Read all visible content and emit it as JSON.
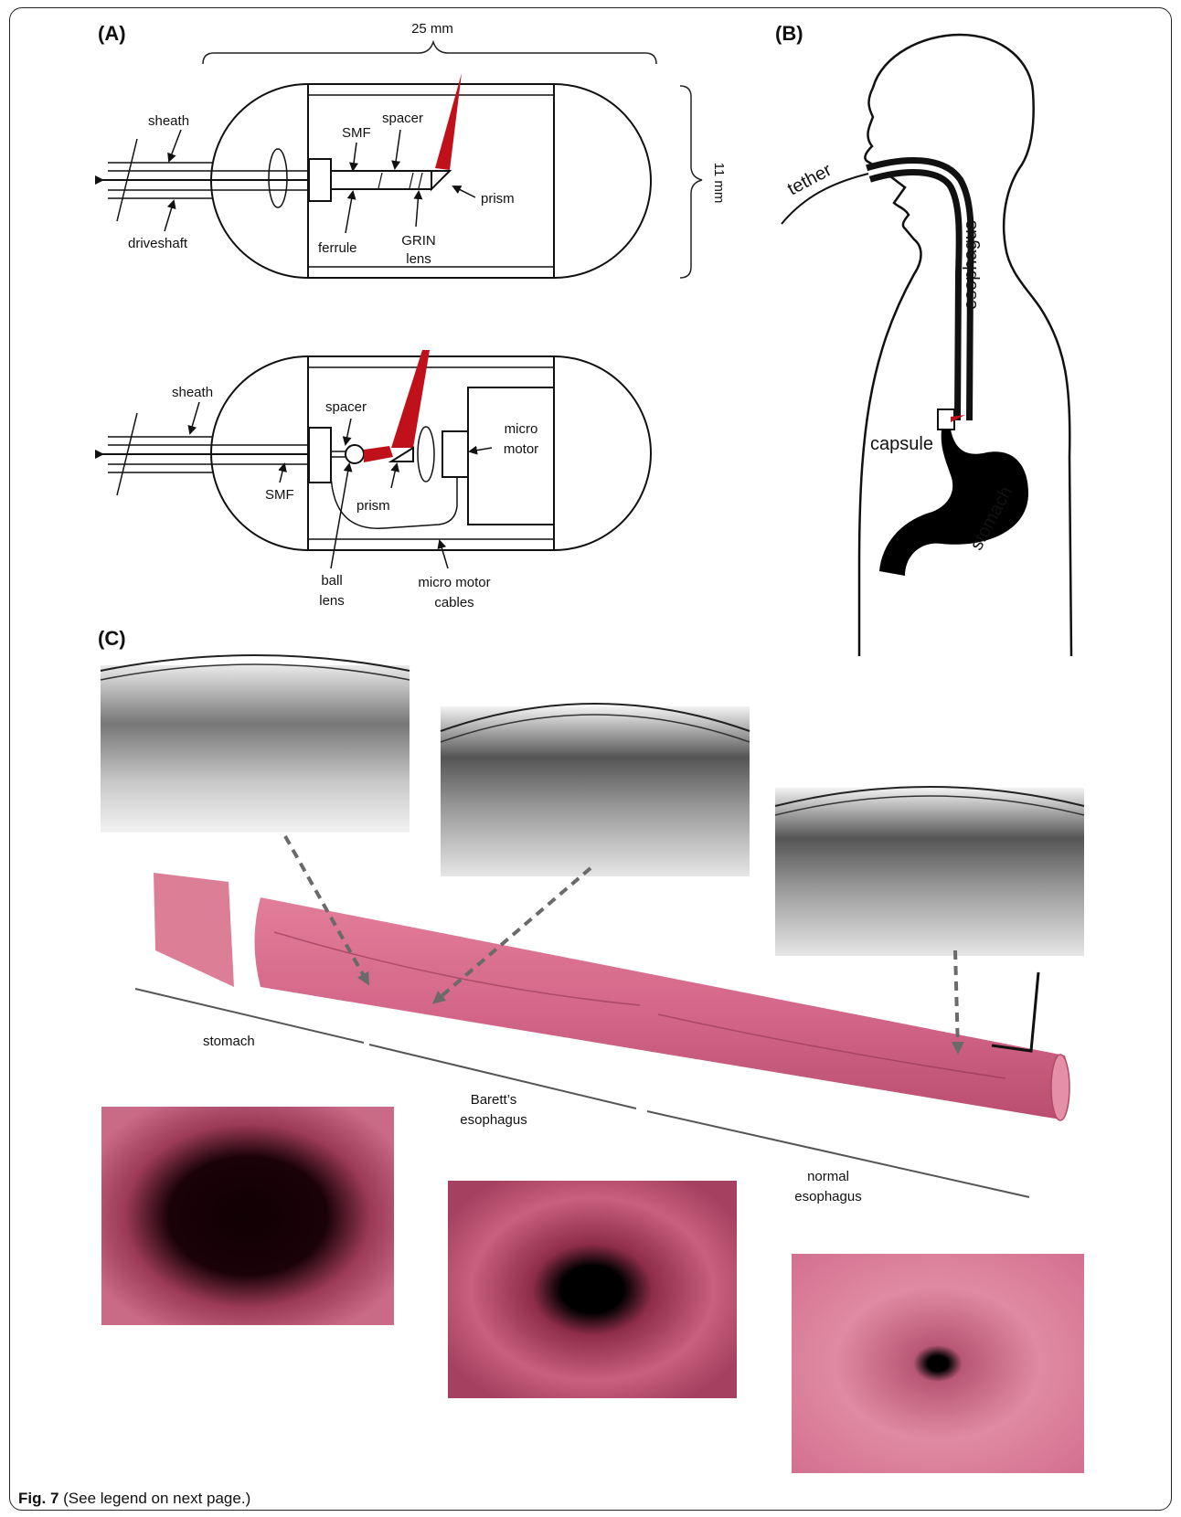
{
  "panel_a": {
    "label": "(A)",
    "dim_length": "25 mm",
    "dim_diameter": "11 mm",
    "top": {
      "sheath": "sheath",
      "driveshaft": "driveshaft",
      "smf": "SMF",
      "spacer": "spacer",
      "ferrule": "ferrule",
      "grin_1": "GRIN",
      "grin_2": "lens",
      "prism": "prism"
    },
    "bottom": {
      "sheath": "sheath",
      "smf": "SMF",
      "spacer": "spacer",
      "prism": "prism",
      "motor_1": "micro",
      "motor_2": "motor",
      "ball_1": "ball",
      "ball_2": "lens",
      "cables_1": "micro motor",
      "cables_2": "cables"
    }
  },
  "panel_b": {
    "label": "(B)",
    "tether": "tether",
    "esophagus": "esophagus",
    "capsule": "capsule",
    "stomach": "stomach"
  },
  "panel_c": {
    "label": "(C)",
    "stomach": "stomach",
    "barretts_1": "Barett’s",
    "barretts_2": "esophagus",
    "normal_1": "normal",
    "normal_2": "esophagus"
  },
  "caption": {
    "fig": "Fig. 7",
    "text": " (See legend on next page.)"
  },
  "colors": {
    "beam": "#c0101a",
    "tissue": "#d9708c",
    "tissue_dark": "#b24a66",
    "ink": "#111111"
  }
}
